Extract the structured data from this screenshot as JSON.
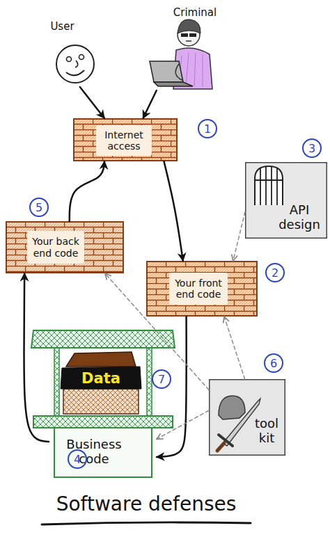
{
  "diagram": {
    "title": "Software defenses",
    "nodes": [
      {
        "text": [
          "User"
        ]
      },
      {
        "text": [
          "Criminal"
        ]
      },
      {
        "text": [
          "Internet access"
        ]
      },
      {
        "text": [
          "API design"
        ]
      },
      {
        "text": [
          "Your back end code"
        ]
      },
      {
        "text": [
          "Your front end code"
        ]
      },
      {
        "text": [
          "Business code"
        ]
      },
      {
        "text": [
          "Data"
        ],
        "in": 6
      },
      {
        "text": [
          "tool kit"
        ]
      }
    ],
    "edges": [
      {
        "from": 0,
        "to": 2,
        "arrow": "to"
      },
      {
        "from": 1,
        "to": 2,
        "arrow": "to"
      },
      {
        "from": 2,
        "to": 5,
        "arrow": "to"
      },
      {
        "from": 3,
        "to": 5,
        "arrow": "to"
      },
      {
        "from": 5,
        "to": 6,
        "arrow": "to"
      },
      {
        "from": 6,
        "to": 4,
        "arrow": "to"
      },
      {
        "from": 4,
        "to": 2,
        "arrow": "to"
      },
      {
        "from": 8,
        "to": 5,
        "arrow": "to"
      },
      {
        "from": 8,
        "to": 4,
        "arrow": "to"
      },
      {
        "from": 8,
        "to": 6,
        "arrow": "to"
      }
    ],
    "labels": [
      "1",
      "3",
      "5",
      "2",
      "6",
      "7",
      "4"
    ]
  }
}
